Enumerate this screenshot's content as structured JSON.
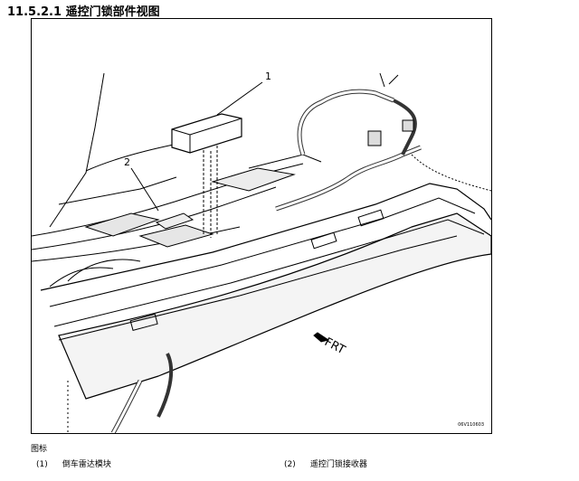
{
  "heading": "11.5.2.1 遥控门锁部件视图",
  "figure": {
    "callouts": [
      "1",
      "2"
    ],
    "direction_label": "FRT",
    "code": "06V110603"
  },
  "legend": {
    "title": "图标",
    "items": [
      {
        "num": "(1)",
        "text": "倒车雷达模块"
      },
      {
        "num": "(2)",
        "text": "遥控门锁接收器"
      }
    ]
  }
}
